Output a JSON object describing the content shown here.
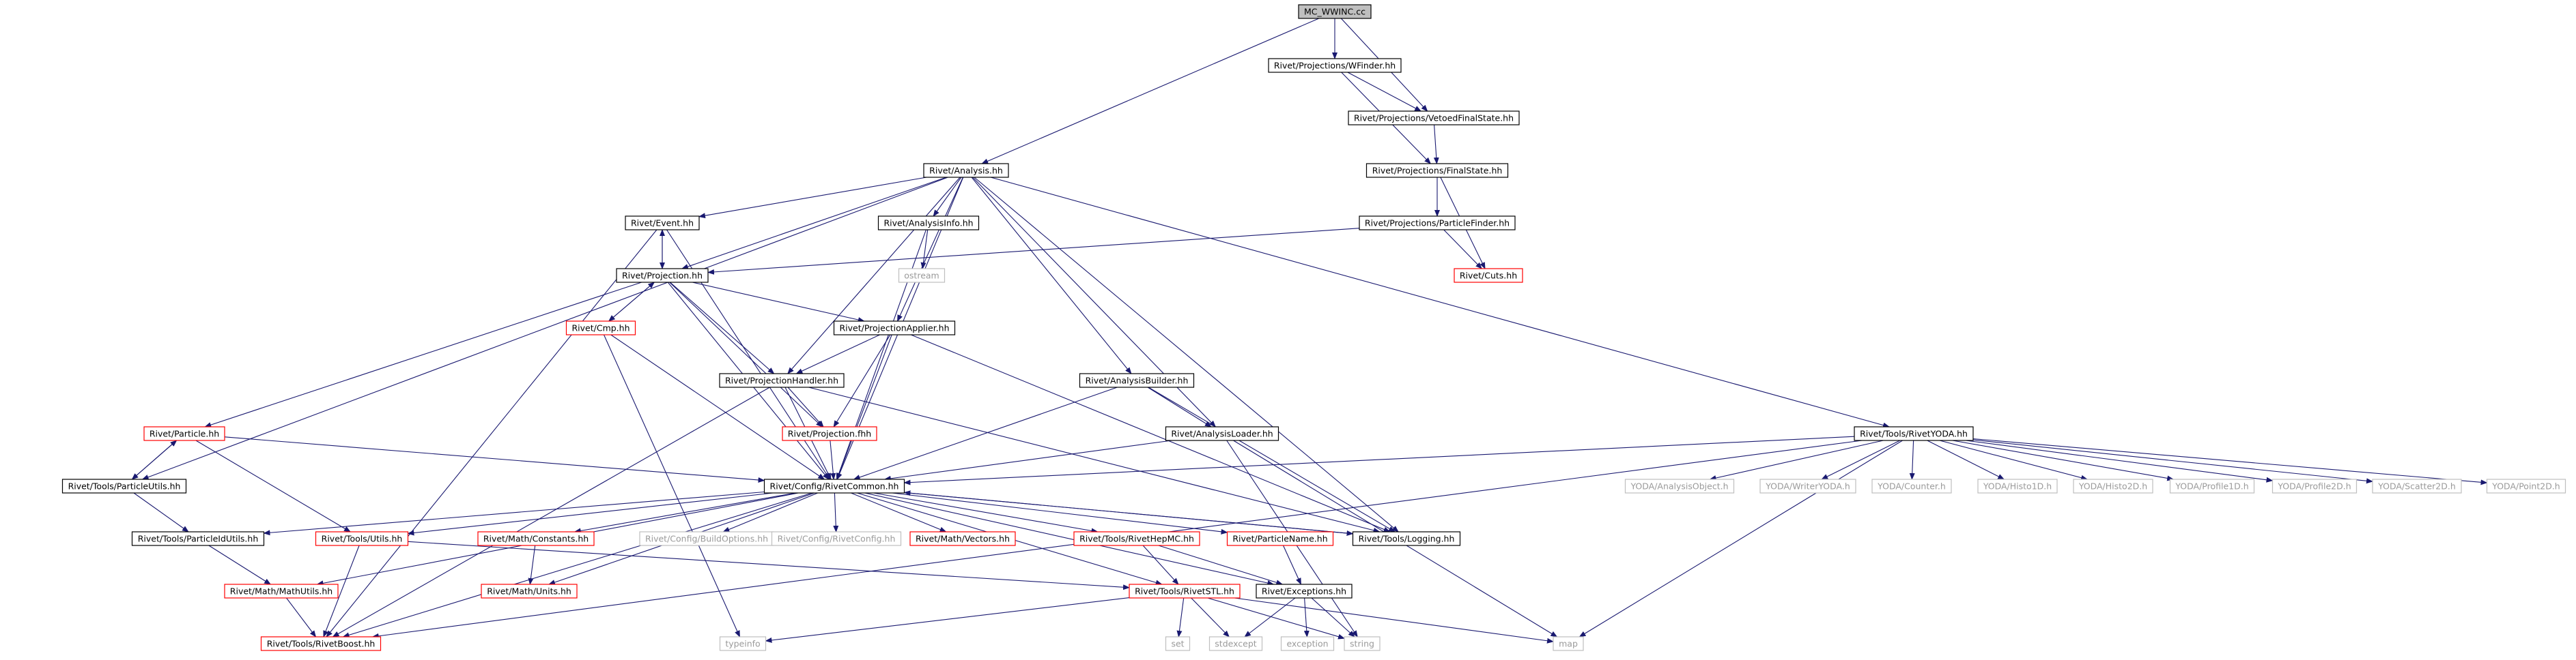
{
  "graph": {
    "title": "",
    "nodes": [
      {
        "id": "mc",
        "label": "MC_WWINC.cc",
        "style": "root"
      },
      {
        "id": "wfinder",
        "label": "Rivet/Projections/WFinder.hh",
        "style": "normal"
      },
      {
        "id": "vetoed",
        "label": "Rivet/Projections/VetoedFinalState.hh",
        "style": "normal"
      },
      {
        "id": "finalstate",
        "label": "Rivet/Projections/FinalState.hh",
        "style": "normal"
      },
      {
        "id": "analysis",
        "label": "Rivet/Analysis.hh",
        "style": "normal"
      },
      {
        "id": "particlefinder",
        "label": "Rivet/Projections/ParticleFinder.hh",
        "style": "normal"
      },
      {
        "id": "cuts",
        "label": "Rivet/Cuts.hh",
        "style": "red"
      },
      {
        "id": "event",
        "label": "Rivet/Event.hh",
        "style": "normal"
      },
      {
        "id": "analysisinfo",
        "label": "Rivet/AnalysisInfo.hh",
        "style": "normal"
      },
      {
        "id": "ostream",
        "label": "ostream",
        "style": "ext"
      },
      {
        "id": "projection",
        "label": "Rivet/Projection.hh",
        "style": "normal"
      },
      {
        "id": "cmp",
        "label": "Rivet/Cmp.hh",
        "style": "red"
      },
      {
        "id": "projapplier",
        "label": "Rivet/ProjectionApplier.hh",
        "style": "normal"
      },
      {
        "id": "analysisbuilder",
        "label": "Rivet/AnalysisBuilder.hh",
        "style": "normal"
      },
      {
        "id": "projhandler",
        "label": "Rivet/ProjectionHandler.hh",
        "style": "normal"
      },
      {
        "id": "projfhh",
        "label": "Rivet/Projection.fhh",
        "style": "red"
      },
      {
        "id": "analysisloader",
        "label": "Rivet/AnalysisLoader.hh",
        "style": "normal"
      },
      {
        "id": "rivetyoda",
        "label": "Rivet/Tools/RivetYODA.hh",
        "style": "normal"
      },
      {
        "id": "particle",
        "label": "Rivet/Particle.hh",
        "style": "red"
      },
      {
        "id": "particleutils",
        "label": "Rivet/Tools/ParticleUtils.hh",
        "style": "normal"
      },
      {
        "id": "rivetcommon",
        "label": "Rivet/Config/RivetCommon.hh",
        "style": "normal"
      },
      {
        "id": "aobject",
        "label": "YODA/AnalysisObject.h",
        "style": "ext"
      },
      {
        "id": "writeryoda",
        "label": "YODA/WriterYODA.h",
        "style": "ext"
      },
      {
        "id": "counter",
        "label": "YODA/Counter.h",
        "style": "ext"
      },
      {
        "id": "histo1d",
        "label": "YODA/Histo1D.h",
        "style": "ext"
      },
      {
        "id": "histo2d",
        "label": "YODA/Histo2D.h",
        "style": "ext"
      },
      {
        "id": "profile1d",
        "label": "YODA/Profile1D.h",
        "style": "ext"
      },
      {
        "id": "profile2d",
        "label": "YODA/Profile2D.h",
        "style": "ext"
      },
      {
        "id": "scatter2d",
        "label": "YODA/Scatter2D.h",
        "style": "ext"
      },
      {
        "id": "point2d",
        "label": "YODA/Point2D.h",
        "style": "ext"
      },
      {
        "id": "pidutils",
        "label": "Rivet/Tools/ParticleIdUtils.hh",
        "style": "normal"
      },
      {
        "id": "utils",
        "label": "Rivet/Tools/Utils.hh",
        "style": "red"
      },
      {
        "id": "constants",
        "label": "Rivet/Math/Constants.hh",
        "style": "red"
      },
      {
        "id": "buildoptions",
        "label": "Rivet/Config/BuildOptions.hh",
        "style": "ext"
      },
      {
        "id": "rivetconfig",
        "label": "Rivet/Config/RivetConfig.hh",
        "style": "ext"
      },
      {
        "id": "vectors",
        "label": "Rivet/Math/Vectors.hh",
        "style": "red"
      },
      {
        "id": "hepmc",
        "label": "Rivet/Tools/RivetHepMC.hh",
        "style": "red"
      },
      {
        "id": "particlename",
        "label": "Rivet/ParticleName.hh",
        "style": "red"
      },
      {
        "id": "logging",
        "label": "Rivet/Tools/Logging.hh",
        "style": "normal"
      },
      {
        "id": "mathutils",
        "label": "Rivet/Math/MathUtils.hh",
        "style": "red"
      },
      {
        "id": "units",
        "label": "Rivet/Math/Units.hh",
        "style": "red"
      },
      {
        "id": "rivetstl",
        "label": "Rivet/Tools/RivetSTL.hh",
        "style": "red"
      },
      {
        "id": "exceptions",
        "label": "Rivet/Exceptions.hh",
        "style": "normal"
      },
      {
        "id": "rivetboost",
        "label": "Rivet/Tools/RivetBoost.hh",
        "style": "red"
      },
      {
        "id": "typeinfo",
        "label": "typeinfo",
        "style": "ext"
      },
      {
        "id": "set",
        "label": "set",
        "style": "ext"
      },
      {
        "id": "stdexcept",
        "label": "stdexcept",
        "style": "ext"
      },
      {
        "id": "exception",
        "label": "exception",
        "style": "ext"
      },
      {
        "id": "string",
        "label": "string",
        "style": "ext"
      },
      {
        "id": "map",
        "label": "map",
        "style": "ext"
      }
    ],
    "edges": [
      [
        "mc",
        "wfinder"
      ],
      [
        "mc",
        "vetoed"
      ],
      [
        "mc",
        "analysis"
      ],
      [
        "wfinder",
        "vetoed"
      ],
      [
        "wfinder",
        "finalstate"
      ],
      [
        "vetoed",
        "finalstate"
      ],
      [
        "finalstate",
        "particlefinder"
      ],
      [
        "finalstate",
        "cuts"
      ],
      [
        "particlefinder",
        "cuts"
      ],
      [
        "particlefinder",
        "projection"
      ],
      [
        "analysis",
        "event"
      ],
      [
        "analysis",
        "analysisinfo"
      ],
      [
        "analysis",
        "projection"
      ],
      [
        "analysis",
        "projapplier"
      ],
      [
        "analysis",
        "projhandler"
      ],
      [
        "analysis",
        "analysisbuilder"
      ],
      [
        "analysis",
        "analysisloader"
      ],
      [
        "analysis",
        "rivetyoda"
      ],
      [
        "analysis",
        "rivetcommon"
      ],
      [
        "analysis",
        "logging"
      ],
      [
        "analysis",
        "particleutils"
      ],
      [
        "event",
        "projection"
      ],
      [
        "event",
        "rivetcommon"
      ],
      [
        "event",
        "rivetboost"
      ],
      [
        "analysisinfo",
        "ostream"
      ],
      [
        "analysisinfo",
        "rivetcommon"
      ],
      [
        "projection",
        "event"
      ],
      [
        "projection",
        "cmp"
      ],
      [
        "projection",
        "projapplier"
      ],
      [
        "projection",
        "projhandler"
      ],
      [
        "projection",
        "projfhh"
      ],
      [
        "projection",
        "particle"
      ],
      [
        "projection",
        "rivetcommon"
      ],
      [
        "cmp",
        "projection"
      ],
      [
        "cmp",
        "rivetcommon"
      ],
      [
        "cmp",
        "typeinfo"
      ],
      [
        "projapplier",
        "projhandler"
      ],
      [
        "projapplier",
        "projfhh"
      ],
      [
        "projapplier",
        "rivetcommon"
      ],
      [
        "projapplier",
        "logging"
      ],
      [
        "projhandler",
        "projfhh"
      ],
      [
        "projhandler",
        "rivetcommon"
      ],
      [
        "projhandler",
        "logging"
      ],
      [
        "projhandler",
        "rivetboost"
      ],
      [
        "projfhh",
        "rivetcommon"
      ],
      [
        "analysisbuilder",
        "analysisloader"
      ],
      [
        "analysisbuilder",
        "rivetcommon"
      ],
      [
        "analysisbuilder",
        "logging"
      ],
      [
        "analysisloader",
        "rivetcommon"
      ],
      [
        "analysisloader",
        "map"
      ],
      [
        "analysisloader",
        "string"
      ],
      [
        "rivetyoda",
        "rivetcommon"
      ],
      [
        "rivetyoda",
        "aobject"
      ],
      [
        "rivetyoda",
        "writeryoda"
      ],
      [
        "rivetyoda",
        "counter"
      ],
      [
        "rivetyoda",
        "histo1d"
      ],
      [
        "rivetyoda",
        "histo2d"
      ],
      [
        "rivetyoda",
        "profile1d"
      ],
      [
        "rivetyoda",
        "profile2d"
      ],
      [
        "rivetyoda",
        "scatter2d"
      ],
      [
        "rivetyoda",
        "point2d"
      ],
      [
        "rivetyoda",
        "map"
      ],
      [
        "rivetyoda",
        "rivetboost"
      ],
      [
        "particle",
        "particleutils"
      ],
      [
        "particle",
        "rivetcommon"
      ],
      [
        "particle",
        "utils"
      ],
      [
        "particleutils",
        "particle"
      ],
      [
        "particleutils",
        "pidutils"
      ],
      [
        "rivetcommon",
        "pidutils"
      ],
      [
        "rivetcommon",
        "utils"
      ],
      [
        "rivetcommon",
        "constants"
      ],
      [
        "rivetcommon",
        "buildoptions"
      ],
      [
        "rivetcommon",
        "rivetconfig"
      ],
      [
        "rivetcommon",
        "vectors"
      ],
      [
        "rivetcommon",
        "hepmc"
      ],
      [
        "rivetcommon",
        "particlename"
      ],
      [
        "rivetcommon",
        "logging"
      ],
      [
        "rivetcommon",
        "mathutils"
      ],
      [
        "rivetcommon",
        "units"
      ],
      [
        "rivetcommon",
        "rivetstl"
      ],
      [
        "rivetcommon",
        "exceptions"
      ],
      [
        "rivetcommon",
        "rivetboost"
      ],
      [
        "logging",
        "rivetcommon"
      ],
      [
        "pidutils",
        "mathutils"
      ],
      [
        "utils",
        "rivetboost"
      ],
      [
        "utils",
        "rivetstl"
      ],
      [
        "constants",
        "units"
      ],
      [
        "hepmc",
        "rivetstl"
      ],
      [
        "hepmc",
        "exceptions"
      ],
      [
        "particlename",
        "exceptions"
      ],
      [
        "mathutils",
        "rivetboost"
      ],
      [
        "rivetstl",
        "typeinfo"
      ],
      [
        "rivetstl",
        "set"
      ],
      [
        "rivetstl",
        "stdexcept"
      ],
      [
        "rivetstl",
        "string"
      ],
      [
        "rivetstl",
        "map"
      ],
      [
        "exceptions",
        "stdexcept"
      ],
      [
        "exceptions",
        "exception"
      ],
      [
        "exceptions",
        "string"
      ]
    ],
    "colors": {
      "edge": "#191970",
      "node_border": "#000000",
      "red_border": "#ff0000",
      "ext_border": "#bfbfbf",
      "root_fill": "#bfbfbf",
      "node_fill": "#ffffff"
    }
  }
}
